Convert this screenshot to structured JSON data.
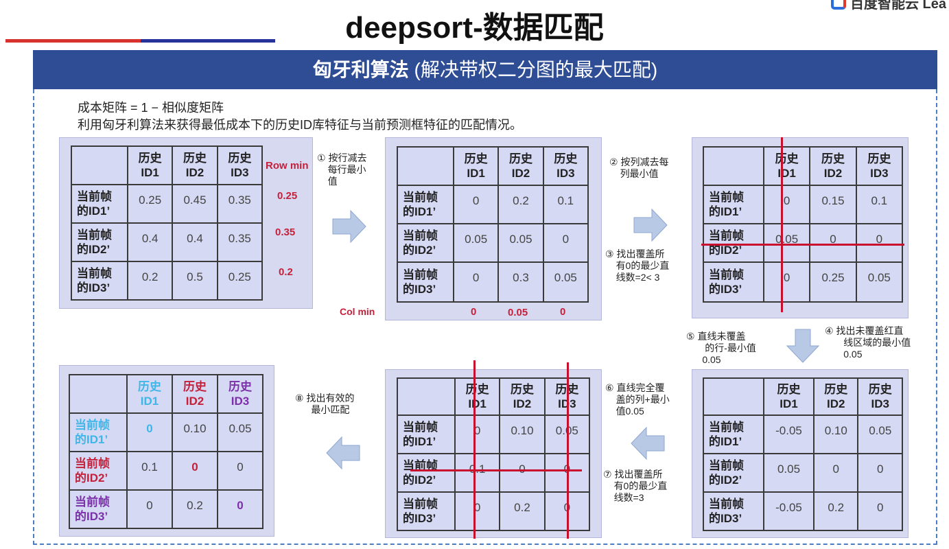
{
  "title": "deepsort-数据匹配",
  "logo": "百度智能云 Lea",
  "banner": {
    "bold": "匈牙利算法",
    "rest": " (解决带权二分图的最大匹配)"
  },
  "desc": {
    "line1": "成本矩阵 = 1 − 相似度矩阵",
    "line2": "利用匈牙利算法来获得最低成本下的历史ID库特征与当前预测框特征的匹配情况。"
  },
  "headers": {
    "c1a": "历史",
    "c1b": "ID1",
    "c2a": "历史",
    "c2b": "ID2",
    "c3a": "历史",
    "c3b": "ID3",
    "r1a": "当前帧",
    "r1b": "的ID1’",
    "r2a": "当前帧",
    "r2b": "的ID2’",
    "r3a": "当前帧",
    "r3b": "的ID3’"
  },
  "m1": {
    "rows": [
      [
        "0.25",
        "0.45",
        "0.35"
      ],
      [
        "0.4",
        "0.4",
        "0.35"
      ],
      [
        "0.2",
        "0.5",
        "0.25"
      ]
    ],
    "row_min_label": "Row min",
    "row_min": [
      "0.25",
      "0.35",
      "0.2"
    ]
  },
  "m2": {
    "rows": [
      [
        "0",
        "0.2",
        "0.1"
      ],
      [
        "0.05",
        "0.05",
        "0"
      ],
      [
        "0",
        "0.3",
        "0.05"
      ]
    ],
    "col_min_label": "Col min",
    "col_min": [
      "0",
      "0.05",
      "0"
    ]
  },
  "m3": {
    "rows": [
      [
        "0",
        "0.15",
        "0.1"
      ],
      [
        "0.05",
        "0",
        "0"
      ],
      [
        "0",
        "0.25",
        "0.05"
      ]
    ]
  },
  "m4": {
    "rows": [
      [
        "-0.05",
        "0.10",
        "0.05"
      ],
      [
        "0.05",
        "0",
        "0"
      ],
      [
        "-0.05",
        "0.2",
        "0"
      ]
    ]
  },
  "m5": {
    "rows": [
      [
        "0",
        "0.10",
        "0.05"
      ],
      [
        "0.1",
        "0",
        "0"
      ],
      [
        "0",
        "0.2",
        "0"
      ]
    ]
  },
  "m6": {
    "rows": [
      [
        "0",
        "0.10",
        "0.05"
      ],
      [
        "0.1",
        "0",
        "0"
      ],
      [
        "0",
        "0.2",
        "0"
      ]
    ]
  },
  "steps": {
    "s1": {
      "num": "①",
      "l1": "按行减去",
      "l2": "每行最小",
      "l3": "值"
    },
    "s2": {
      "num": "②",
      "l1": "按列减去每",
      "l2": "列最小值"
    },
    "s3": {
      "num": "③",
      "l1": "找出覆盖所",
      "l2": "有0的最少直",
      "l3": "线数=2< 3"
    },
    "s4": {
      "num": "④",
      "l1": "找出未覆盖红直",
      "l2": "线区域的最小值",
      "l3": "0.05"
    },
    "s5": {
      "num": "⑤",
      "l1": "直线未覆盖",
      "l2": "的行-最小值",
      "l3": "0.05"
    },
    "s6": {
      "num": "⑥",
      "l1": "直线完全覆",
      "l2": "盖的列+最小",
      "l3": "值0.05"
    },
    "s7": {
      "num": "⑦",
      "l1": "找出覆盖所",
      "l2": "有0的最少直",
      "l3": "线数=3"
    },
    "s8": {
      "num": "⑧",
      "l1": "找出有效的",
      "l2": "最小匹配"
    }
  },
  "colors": {
    "banner": "#2f4d94",
    "card": "#d7d9f0",
    "cover_line": "#c8102e",
    "match_id1": "#3fb6e8",
    "match_id2": "#c4203a",
    "match_id3": "#7b2fa8"
  }
}
